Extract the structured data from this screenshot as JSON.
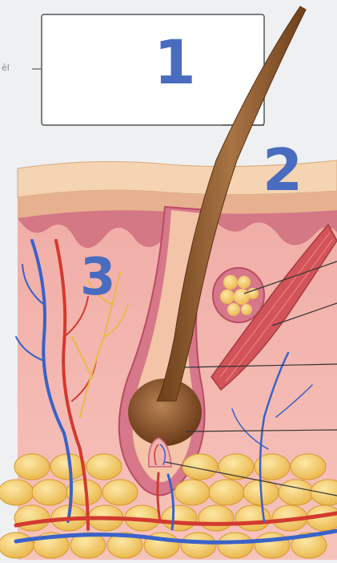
{
  "labels": {
    "one": "1",
    "two": "2",
    "three": "3",
    "edge_text": "èl"
  },
  "colors": {
    "number_blue": "#4a6cc0",
    "skin_surface": "#f3d6b3",
    "dermis": "#f1b3ac",
    "hair": "#8b5a2b",
    "artery": "#d23a2f",
    "vein": "#3a62c8",
    "nerve": "#e8b94a",
    "fat": "#f4c860"
  }
}
